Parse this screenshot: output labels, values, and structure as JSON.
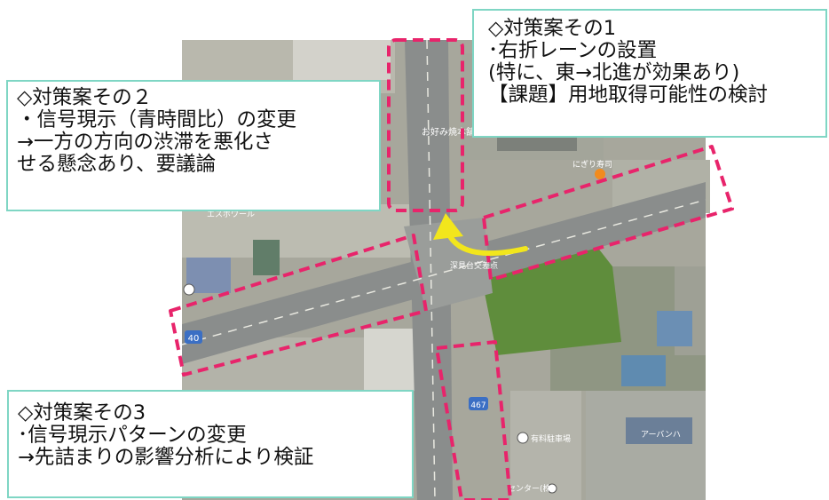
{
  "callouts": {
    "plan1": {
      "lines": [
        "◇対策案その1",
        "･右折レーンの設置",
        "(特に、東→北進が効果あり)",
        "【課題】用地取得可能性の検討"
      ]
    },
    "plan2": {
      "lines": [
        "◇対策案その２",
        "・信号現示（青時間比）の変更",
        "→一方の方向の渋滞を悪化さ",
        "せる懸念あり、要議論"
      ]
    },
    "plan3": {
      "lines": [
        "◇対策案その3",
        "･信号現示パターンの変更",
        "→先詰まりの影響分析により検証"
      ]
    }
  },
  "map": {
    "route_shields": [
      "40",
      "467"
    ],
    "labels": {
      "north_shop": "お好み焼本舗 大和店",
      "sushi_shop": "にぎり寿司",
      "intersection": "深見台交差点",
      "parking": "有料駐車場",
      "west_shop": "エスポワール",
      "south_shop": "センター(株)",
      "apartment": "アーバンハ"
    }
  },
  "colors": {
    "callout_border": "#7fd6c4",
    "highlight_dash": "#e8246b",
    "arrow": "#f2e61c",
    "road": "#8a8d8c"
  }
}
